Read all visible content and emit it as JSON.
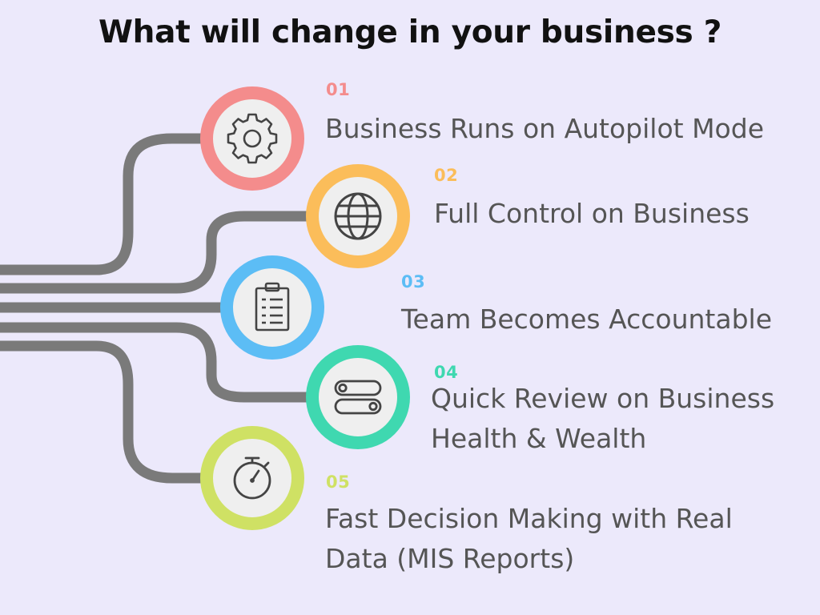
{
  "title": "What will change in your business ?",
  "colors": {
    "background": "#ece9fb",
    "connector": "#7a7a7a",
    "icon_fill": "#efefef",
    "icon_stroke": "#444444"
  },
  "items": [
    {
      "number": "01",
      "lines": [
        "Business Runs on Autopilot Mode"
      ],
      "color": "#f48c8c",
      "icon": "gear-icon"
    },
    {
      "number": "02",
      "lines": [
        "Full Control on Business"
      ],
      "color": "#fbbd5a",
      "icon": "globe-icon"
    },
    {
      "number": "03",
      "lines": [
        "Team Becomes Accountable"
      ],
      "color": "#5cbdf5",
      "icon": "clipboard-icon"
    },
    {
      "number": "04",
      "lines": [
        "Quick Review on Business",
        "Health & Wealth"
      ],
      "color": "#3fd8b0",
      "icon": "toggle-icon"
    },
    {
      "number": "05",
      "lines": [
        "Fast Decision Making with Real",
        "Data (MIS Reports)"
      ],
      "color": "#cfe164",
      "icon": "stopwatch-icon"
    }
  ]
}
